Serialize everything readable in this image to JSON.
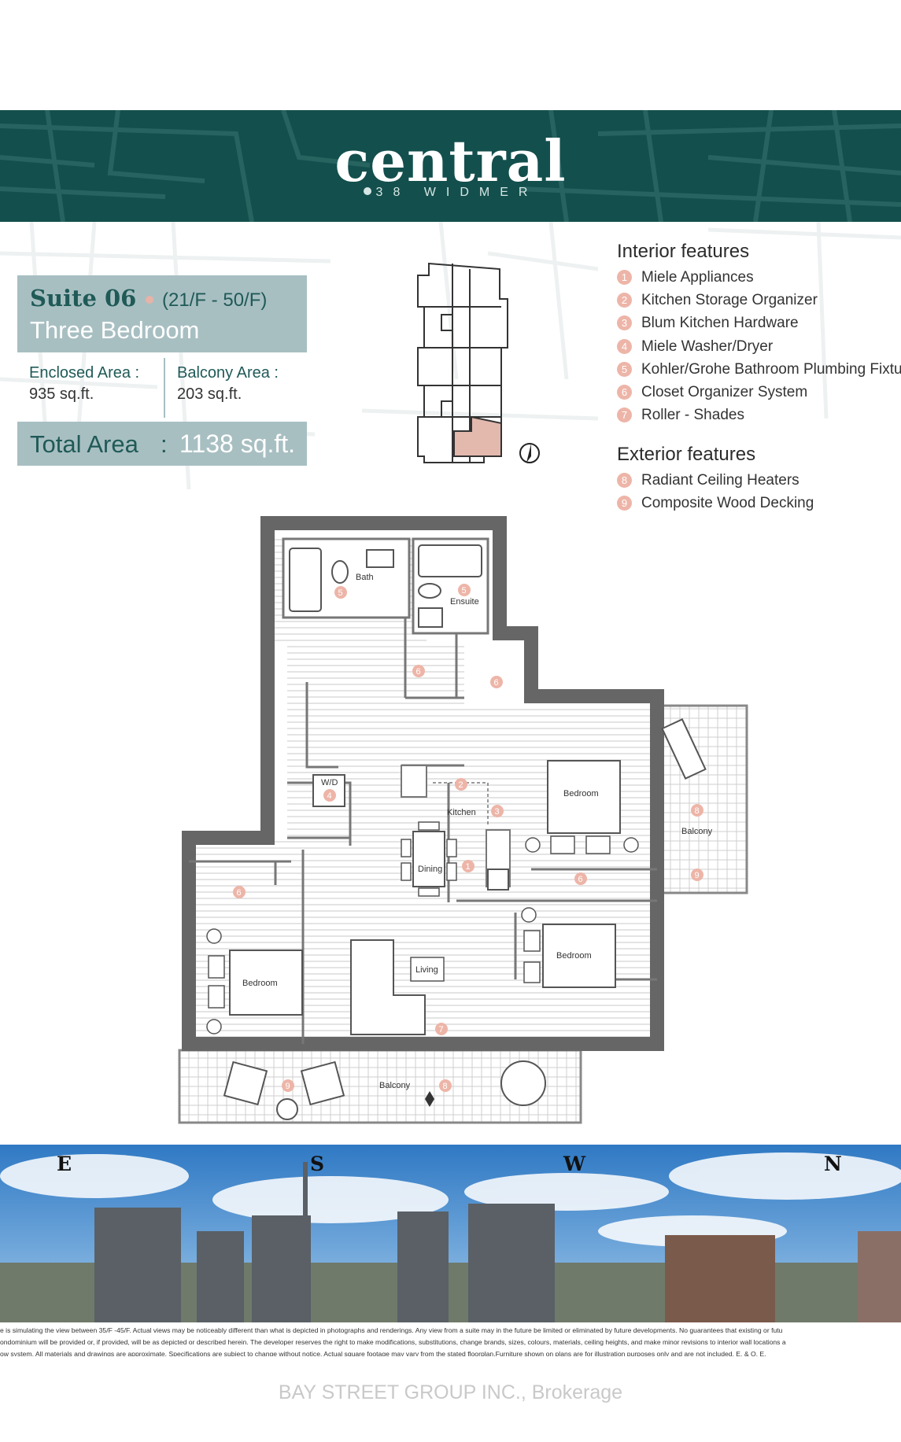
{
  "brand": {
    "name": "central",
    "address": "38 WIDMER"
  },
  "suite": {
    "number": "Suite 06",
    "floors": "(21/F - 50/F)",
    "type": "Three Bedroom",
    "enclosed_label": "Enclosed Area :",
    "enclosed_value": "935 sq.ft.",
    "balcony_label": "Balcony Area :",
    "balcony_value": "203 sq.ft.",
    "total_label": "Total Area",
    "total_colon": ":",
    "total_value": "1138 sq.ft."
  },
  "interior": {
    "heading": "Interior features",
    "items": [
      {
        "n": "1",
        "label": "Miele Appliances"
      },
      {
        "n": "2",
        "label": "Kitchen Storage Organizer"
      },
      {
        "n": "3",
        "label": "Blum Kitchen Hardware"
      },
      {
        "n": "4",
        "label": "Miele Washer/Dryer"
      },
      {
        "n": "5",
        "label": "Kohler/Grohe Bathroom Plumbing Fixtu"
      },
      {
        "n": "6",
        "label": "Closet Organizer System"
      },
      {
        "n": "7",
        "label": "Roller - Shades"
      }
    ]
  },
  "exterior": {
    "heading": "Exterior features",
    "items": [
      {
        "n": "8",
        "label": "Radiant Ceiling Heaters"
      },
      {
        "n": "9",
        "label": "Composite Wood Decking"
      }
    ]
  },
  "rooms": {
    "bath": "Bath",
    "ensuite": "Ensuite",
    "wd": "W/D",
    "kitchen": "Kitchen",
    "dining": "Dining",
    "living": "Living",
    "bedroom_1": "Bedroom",
    "bedroom_2": "Bedroom",
    "bedroom_3": "Bedroom",
    "balcony_east": "Balcony",
    "balcony_south": "Balcony"
  },
  "badges": {
    "bath_5": "5",
    "ensuite_5": "5",
    "closet_6a": "6",
    "closet_6b": "6",
    "wd_4": "4",
    "kitchen_2": "2",
    "kitchen_3": "3",
    "dining_1": "1",
    "closet_6c": "6",
    "closet_6d": "6",
    "living_7": "7",
    "balcony_8a": "8",
    "balcony_9a": "9",
    "balcony_8b": "8",
    "balcony_9b": "9"
  },
  "compass": {
    "e": "E",
    "s": "S",
    "w": "W",
    "n": "N"
  },
  "disclaimer": {
    "line1": "e is simulating the view between 35/F -45/F. Actual views may be noticeably different than what is depicted in photographs and renderings. Any view from a suite may in the future be limited or eliminated by future developments. No guarantees that existing or futu",
    "line2": "ondominium will be provided or, if provided, will be as depicted or described herein.  The developer reserves the right to make modifications, substitutions, change brands, sizes, colours, materials, ceiling heights, and make minor revisions to interior wall locations a",
    "line3": "ow system. All materials and drawings are approximate. Specifications are subject to change without notice. Actual square footage may vary from the stated floorplan.Furniture shown on plans are for illustration purposes only and are not included. E. & O. E."
  },
  "brokerage": "BAY STREET GROUP INC., Brokerage",
  "colors": {
    "header": "#134f4d",
    "panel": "#a8bfc2",
    "accent": "#edb5a8",
    "highlight_unit": "#e3b8ad"
  }
}
